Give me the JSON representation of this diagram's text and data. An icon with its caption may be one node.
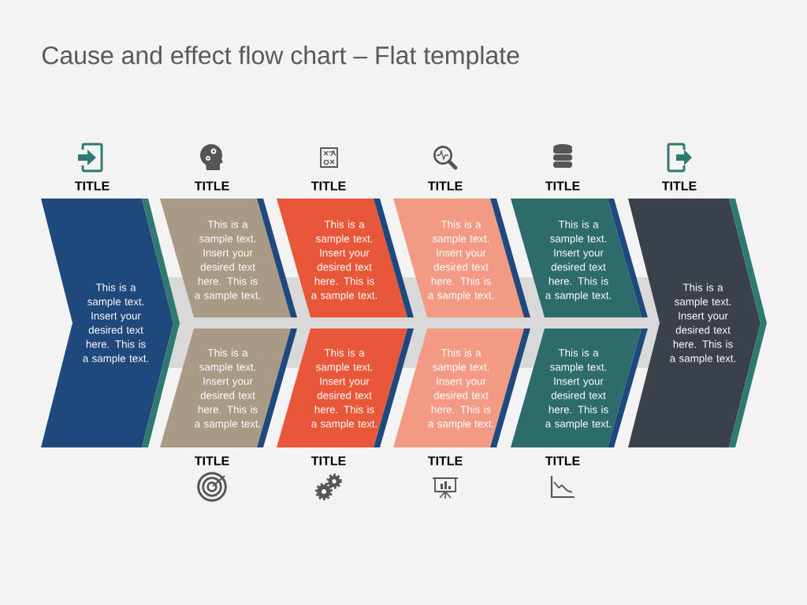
{
  "diagram": {
    "title": "Cause and effect flow chart – Flat template",
    "nodes": [
      {
        "text": [
          "TITLE",
          "This is a sample text. Insert your desired text here. This is a sample text."
        ]
      },
      {
        "text": [
          "TITLE",
          "This is a sample text. Insert your desired text here. This is a sample text."
        ]
      },
      {
        "text": [
          "TITLE",
          "This is a sample text. Insert your desired text here. This is a sample text."
        ]
      },
      {
        "text": [
          "TITLE",
          "This is a sample text. Insert your desired text here. This is a sample text."
        ]
      },
      {
        "text": [
          "TITLE",
          "This is a sample text. Insert your desired text here. This is a sample text."
        ]
      },
      {
        "text": [
          "TITLE",
          "This is a sample text. Insert your desired text here. This is a sample text."
        ]
      },
      {
        "text": [
          "This is a sample text. Insert your desired text here. This is a sample text.",
          "TITLE"
        ]
      },
      {
        "text": [
          "This is a sample text. Insert your desired text here. This is a sample text.",
          "TITLE"
        ]
      },
      {
        "text": [
          "This is a sample text. Insert your desired text here. This is a sample text.",
          "TITLE"
        ]
      },
      {
        "text": [
          "This is a sample text. Insert your desired text here. This is a sample text.",
          "TITLE"
        ]
      },
      {
        "text": [],
        "shape": "bar"
      }
    ]
  }
}
